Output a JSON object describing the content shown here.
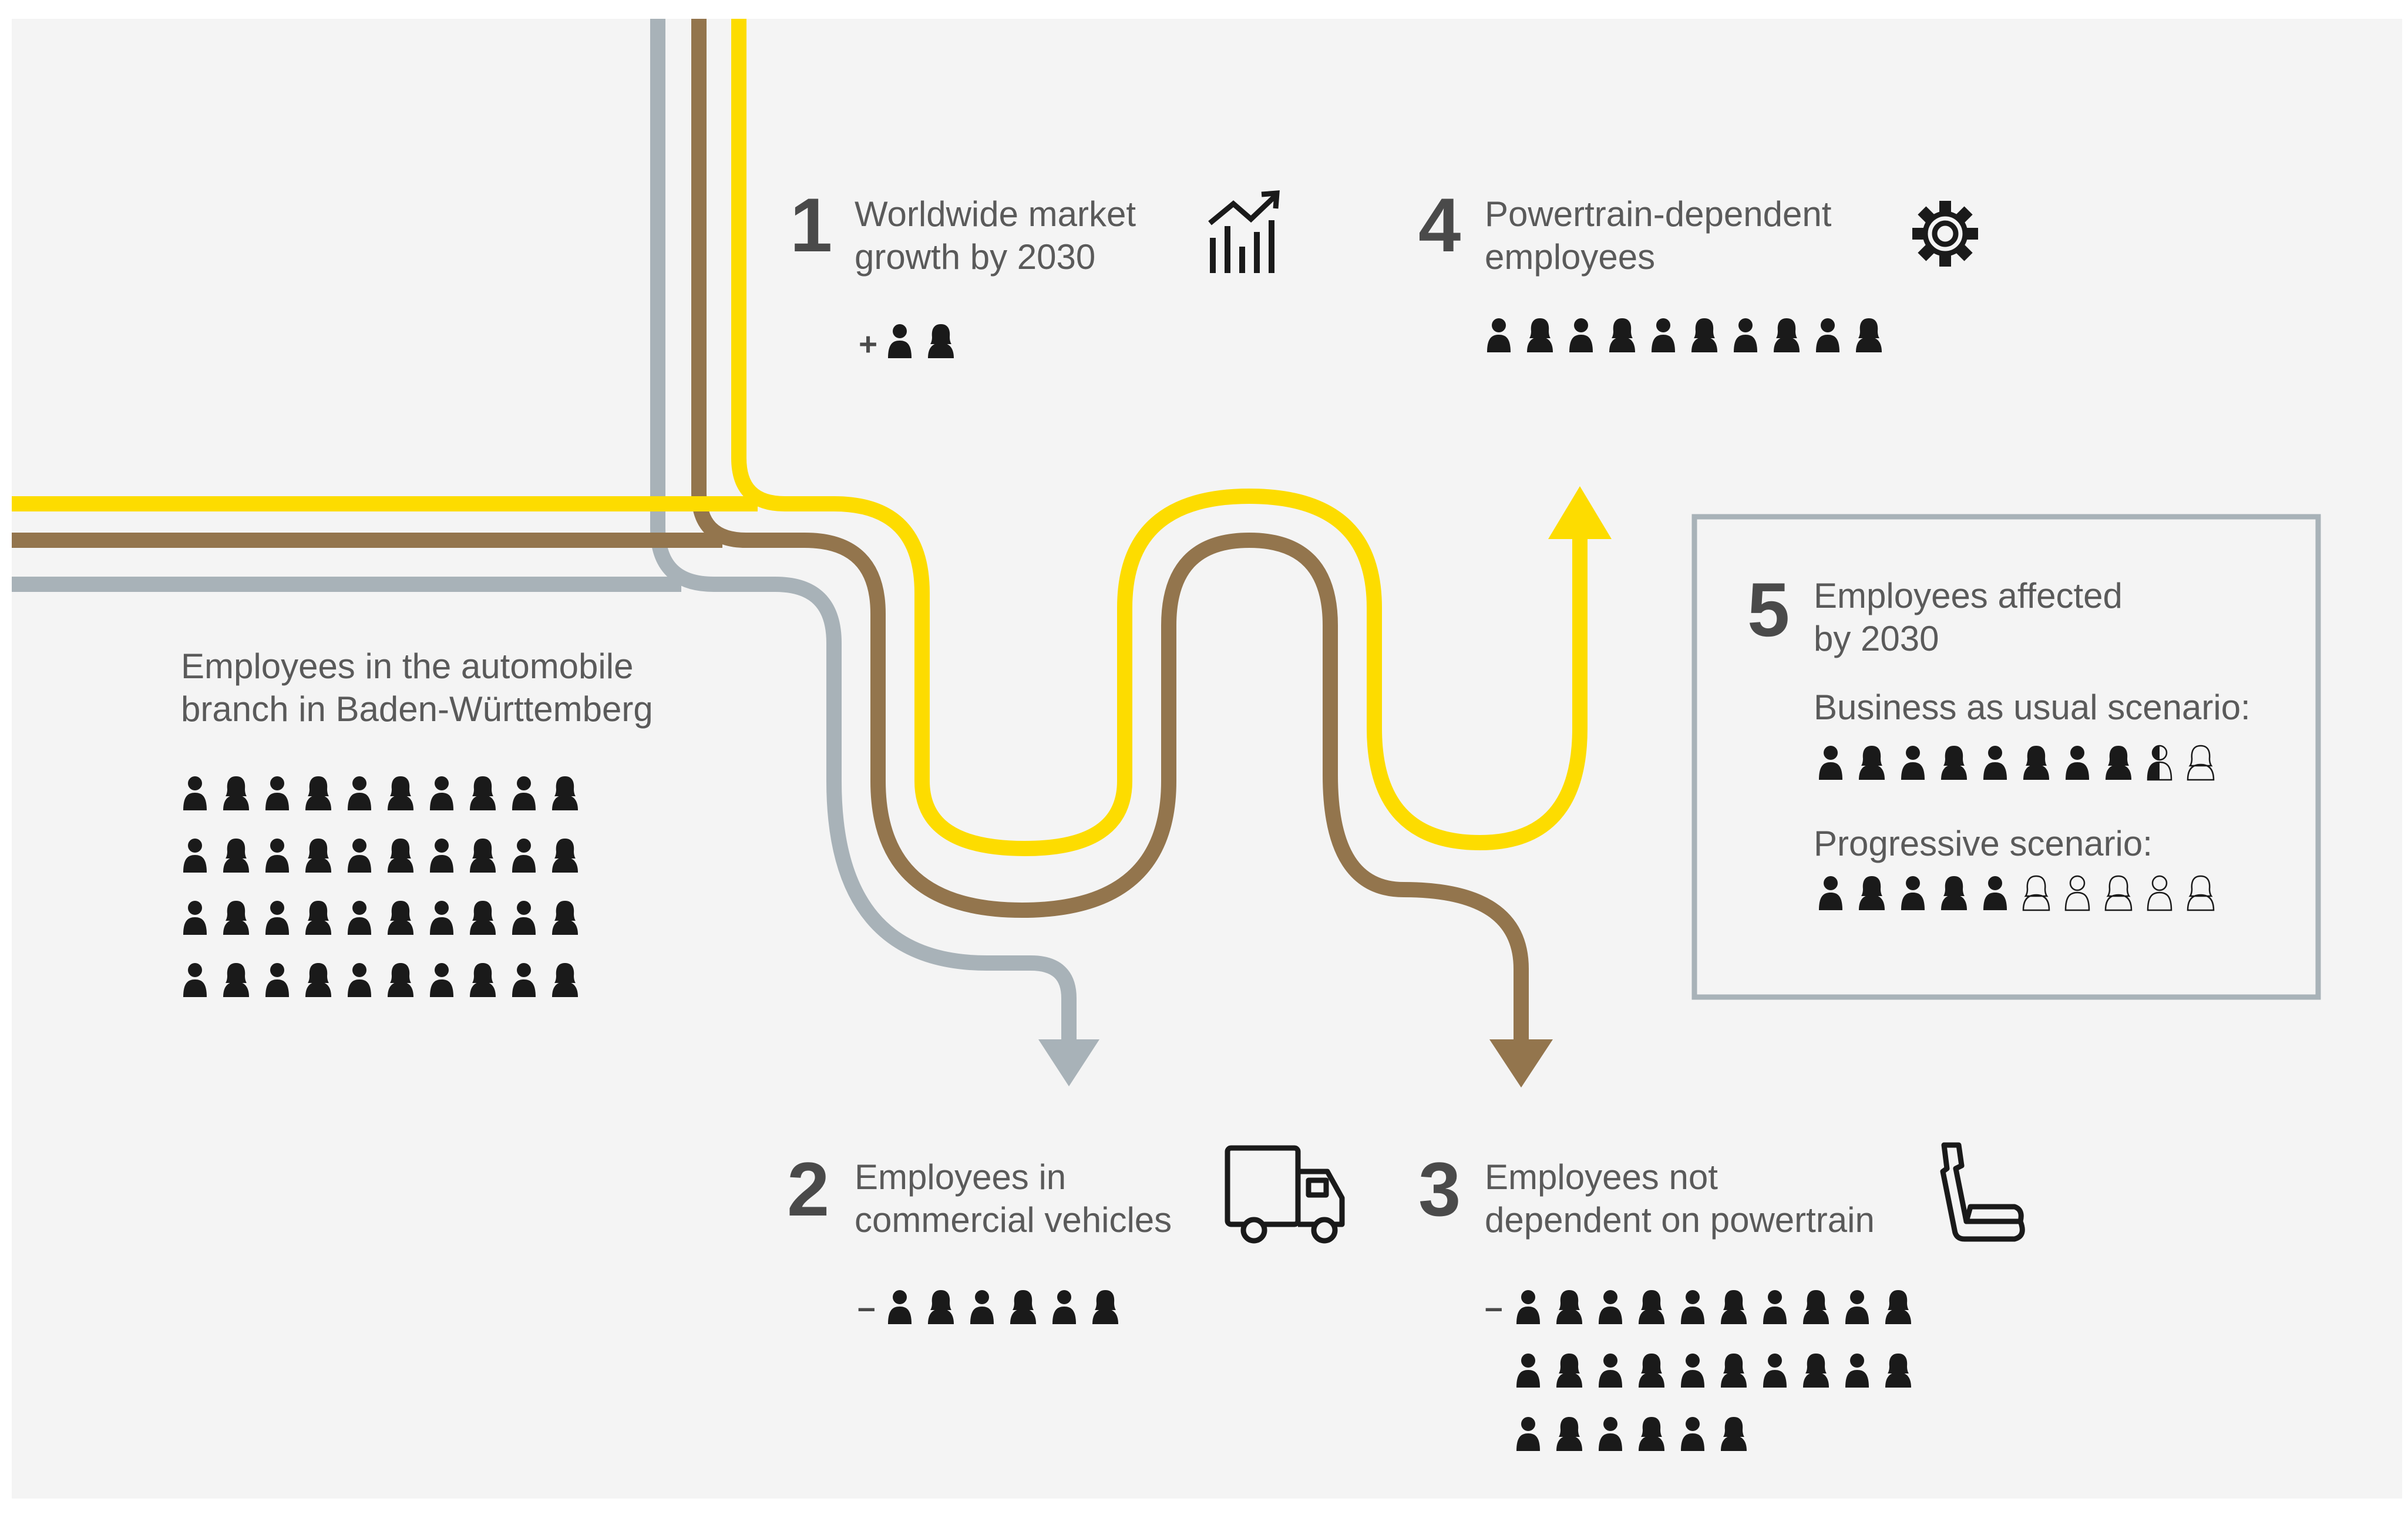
{
  "colors": {
    "background": "#f4f4f4",
    "yellow": "#fddc00",
    "brown": "#93754d",
    "grey": "#a8b2b8",
    "person": "#1a1a1a",
    "text": "#5a5a5a",
    "box_border": "#a8b2b8"
  },
  "intro": {
    "line1": "Employees in the automobile",
    "line2": "branch in Baden-Württemberg",
    "people_rows": 4,
    "people_per_row": 10
  },
  "items": [
    {
      "number": "1",
      "line1": "Worldwide market",
      "line2": "growth by 2030",
      "icon": "growth-chart-icon",
      "sign": "+",
      "people": 2
    },
    {
      "number": "2",
      "line1": "Employees in",
      "line2": "commercial vehicles",
      "icon": "truck-icon",
      "sign": "–",
      "people": 6
    },
    {
      "number": "3",
      "line1": "Employees not",
      "line2": "dependent on powertrain",
      "icon": "car-seat-icon",
      "sign": "–",
      "people": 26
    },
    {
      "number": "4",
      "line1": "Powertrain-dependent",
      "line2": "employees",
      "icon": "gear-icon",
      "sign": "",
      "people": 10
    }
  ],
  "affected": {
    "number": "5",
    "line1": "Employees affected",
    "line2": "by 2030",
    "scenarios": [
      {
        "label": "Business as usual scenario:",
        "filled": 8.5,
        "total": 10
      },
      {
        "label": "Progressive scenario:",
        "filled": 5,
        "total": 10
      }
    ]
  }
}
